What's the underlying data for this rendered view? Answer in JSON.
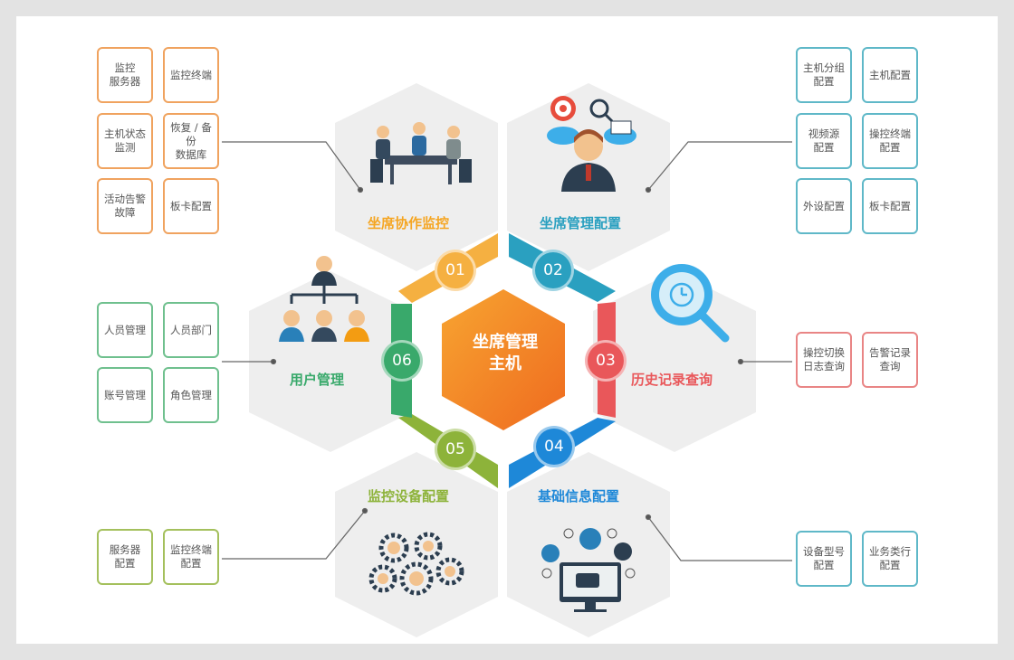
{
  "center": {
    "title": "坐席管理\n主机"
  },
  "modules": [
    {
      "num": "01",
      "label": "坐席协作监控",
      "color": "#f5a623"
    },
    {
      "num": "02",
      "label": "坐席管理配置",
      "color": "#2aa0c0"
    },
    {
      "num": "03",
      "label": "历史记录查询",
      "color": "#e9575a"
    },
    {
      "num": "04",
      "label": "基础信息配置",
      "color": "#1e88d8"
    },
    {
      "num": "05",
      "label": "监控设备配置",
      "color": "#8db33a"
    },
    {
      "num": "06",
      "label": "用户管理",
      "color": "#39a96b"
    }
  ],
  "groups": {
    "m01": [
      "监控\n服务器",
      "监控终端",
      "主机状态\n监测",
      "恢复 / 备份\n数据库",
      "活动告警\n故障",
      "板卡配置"
    ],
    "m02": [
      "主机分组\n配置",
      "主机配置",
      "视频源\n配置",
      "操控终端\n配置",
      "外设配置",
      "板卡配置"
    ],
    "m03": [
      "操控切换\n日志查询",
      "告警记录\n查询"
    ],
    "m04": [
      "设备型号\n配置",
      "业务类行\n配置"
    ],
    "m05": [
      "服务器\n配置",
      "监控终端\n配置"
    ],
    "m06": [
      "人员管理",
      "人员部门",
      "账号管理",
      "角色管理"
    ]
  },
  "icons": {
    "m01": "meeting-team-icon",
    "m02": "manager-analytics-icon",
    "m03": "magnifier-history-icon",
    "m04": "monitor-devices-icon",
    "m05": "people-gears-icon",
    "m06": "org-chart-icon"
  }
}
